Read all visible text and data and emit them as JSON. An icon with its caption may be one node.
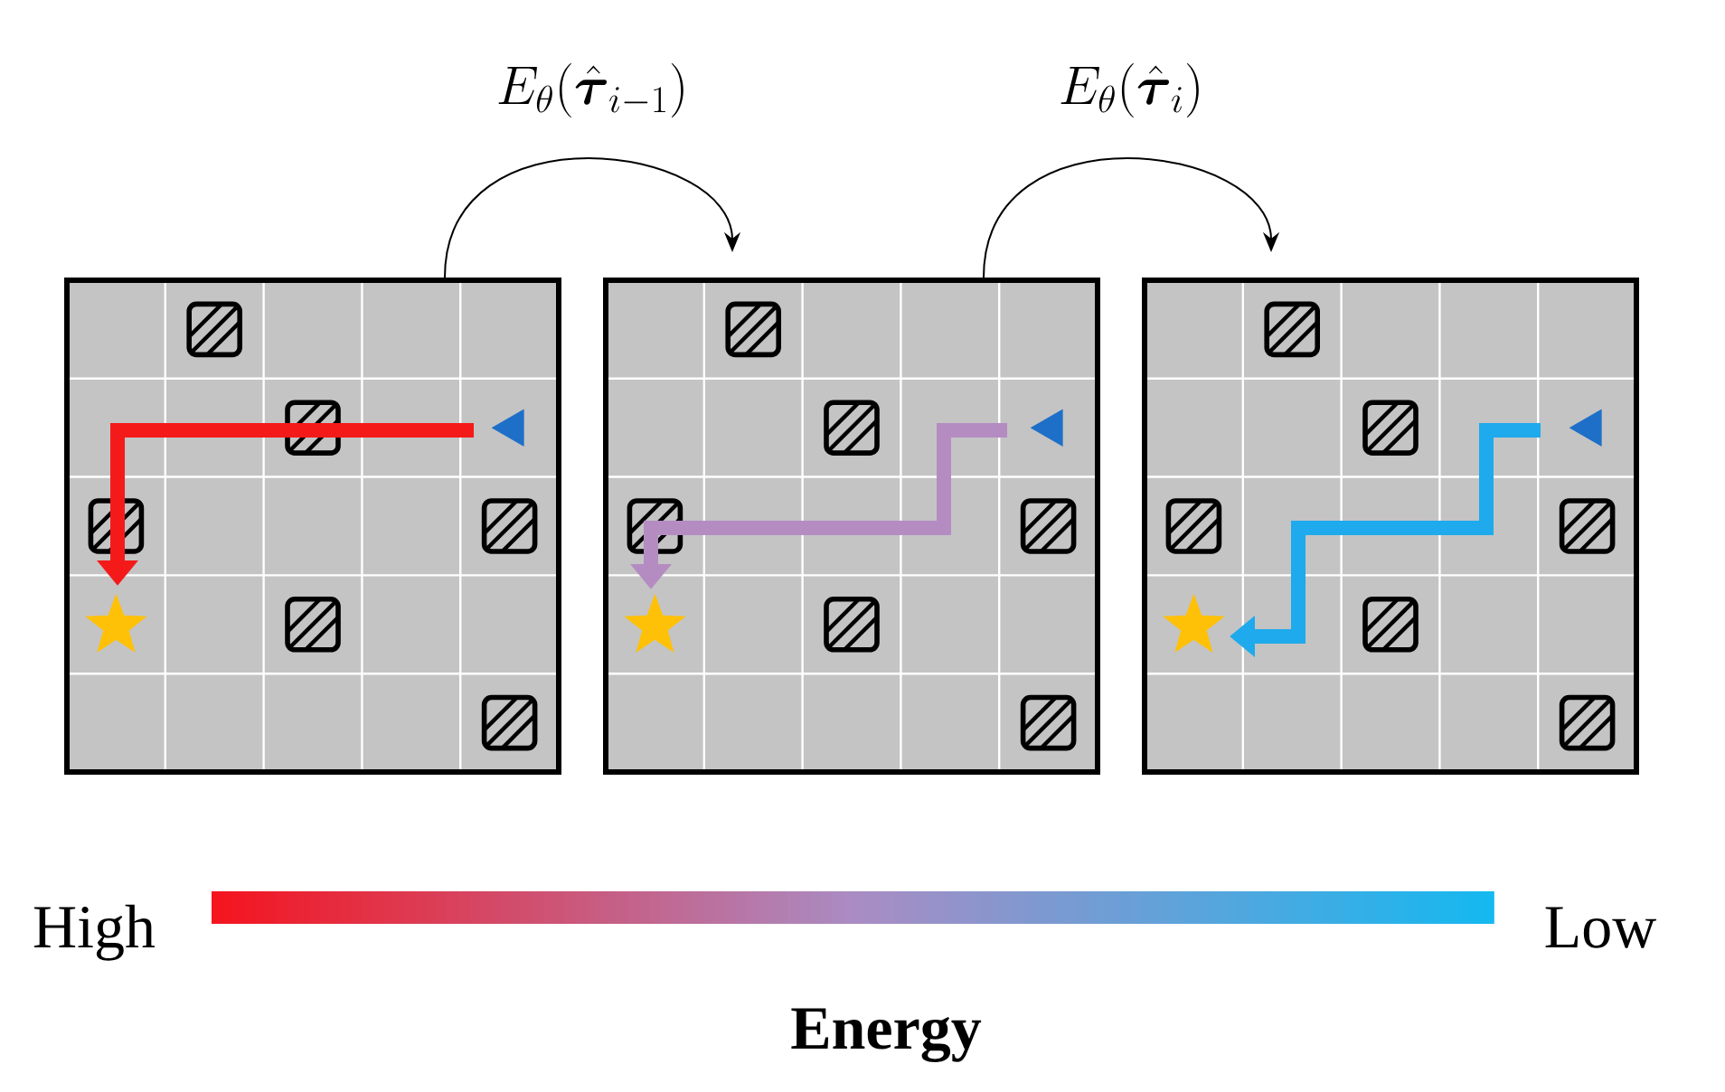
{
  "diagram": {
    "nodes": [
      {
        "text": [],
        "shape": "picture"
      },
      {
        "text": [],
        "shape": "picture"
      },
      {
        "text": [],
        "shape": "picture"
      }
    ],
    "edges": [
      {
        "from": 0,
        "to": 1,
        "arrow": "to",
        "label": "E_{\\theta}(\\hat{\\boldsymbol{\\tau}}_{\\,i-1})"
      },
      {
        "from": 1,
        "to": 2,
        "arrow": "to",
        "label": "E_{\\theta}(\\hat{\\boldsymbol{\\tau}}_{\\,i})"
      }
    ],
    "labels": [
      "High",
      "Low",
      "Energy"
    ]
  }
}
